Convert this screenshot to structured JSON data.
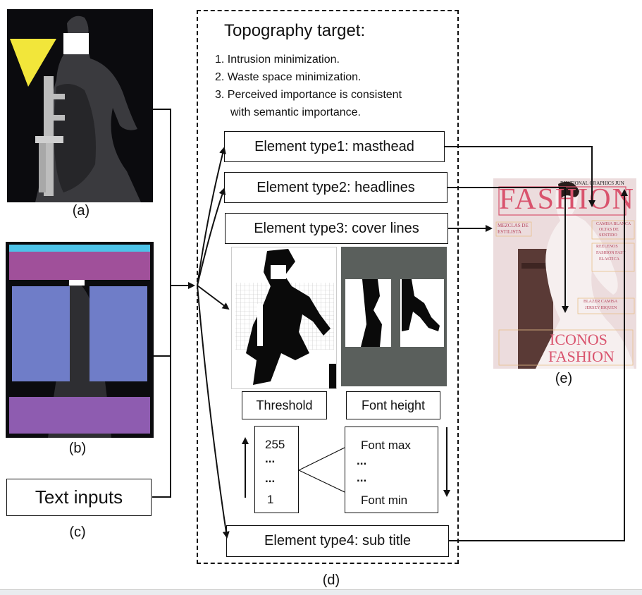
{
  "panels": {
    "a_caption": "(a)",
    "b_caption": "(b)",
    "c_caption": "(c)",
    "d_caption": "(d)",
    "e_caption": "(e)",
    "text_inputs": "Text inputs"
  },
  "target": {
    "title": "Topography target:",
    "items": [
      "1. Intrusion minimization.",
      "2. Waste space minimization.",
      "3. Perceived importance is consistent",
      "with semantic importance."
    ]
  },
  "elements": [
    "Element type1: masthead",
    "Element type2: headlines",
    "Element type3: cover lines",
    "Element type4: sub title"
  ],
  "threshold": {
    "label": "Threshold",
    "max": "255",
    "dots1": "...",
    "dots2": "...",
    "min": "1"
  },
  "font": {
    "label": "Font height",
    "max": "Font max",
    "dots1": "...",
    "dots2": "...",
    "min": "Font min"
  },
  "cover": {
    "top_banner": "RNATIONAL GRAPHICS JUN",
    "masthead": "FASHION",
    "left_line1": "MEZCLAS DE",
    "left_line2": "ESTILISTA",
    "right_lines": [
      "CAMISA BLANCA",
      "OLTAS DE",
      "SENTIDO",
      "REELENOS",
      "FASHION FAST",
      "ELASTICA",
      "BLAZER CAMISA",
      "JERSEY IBQUEN"
    ],
    "sub1": "ICONOS",
    "sub2": "FASHION"
  },
  "colors": {
    "yellow": "#f2e63a",
    "cyan": "#4dc3e8",
    "magenta": "#a0509a",
    "blue": "#6f7dc8",
    "purple": "#8e5cb0",
    "cover_pink": "#d9536d"
  }
}
